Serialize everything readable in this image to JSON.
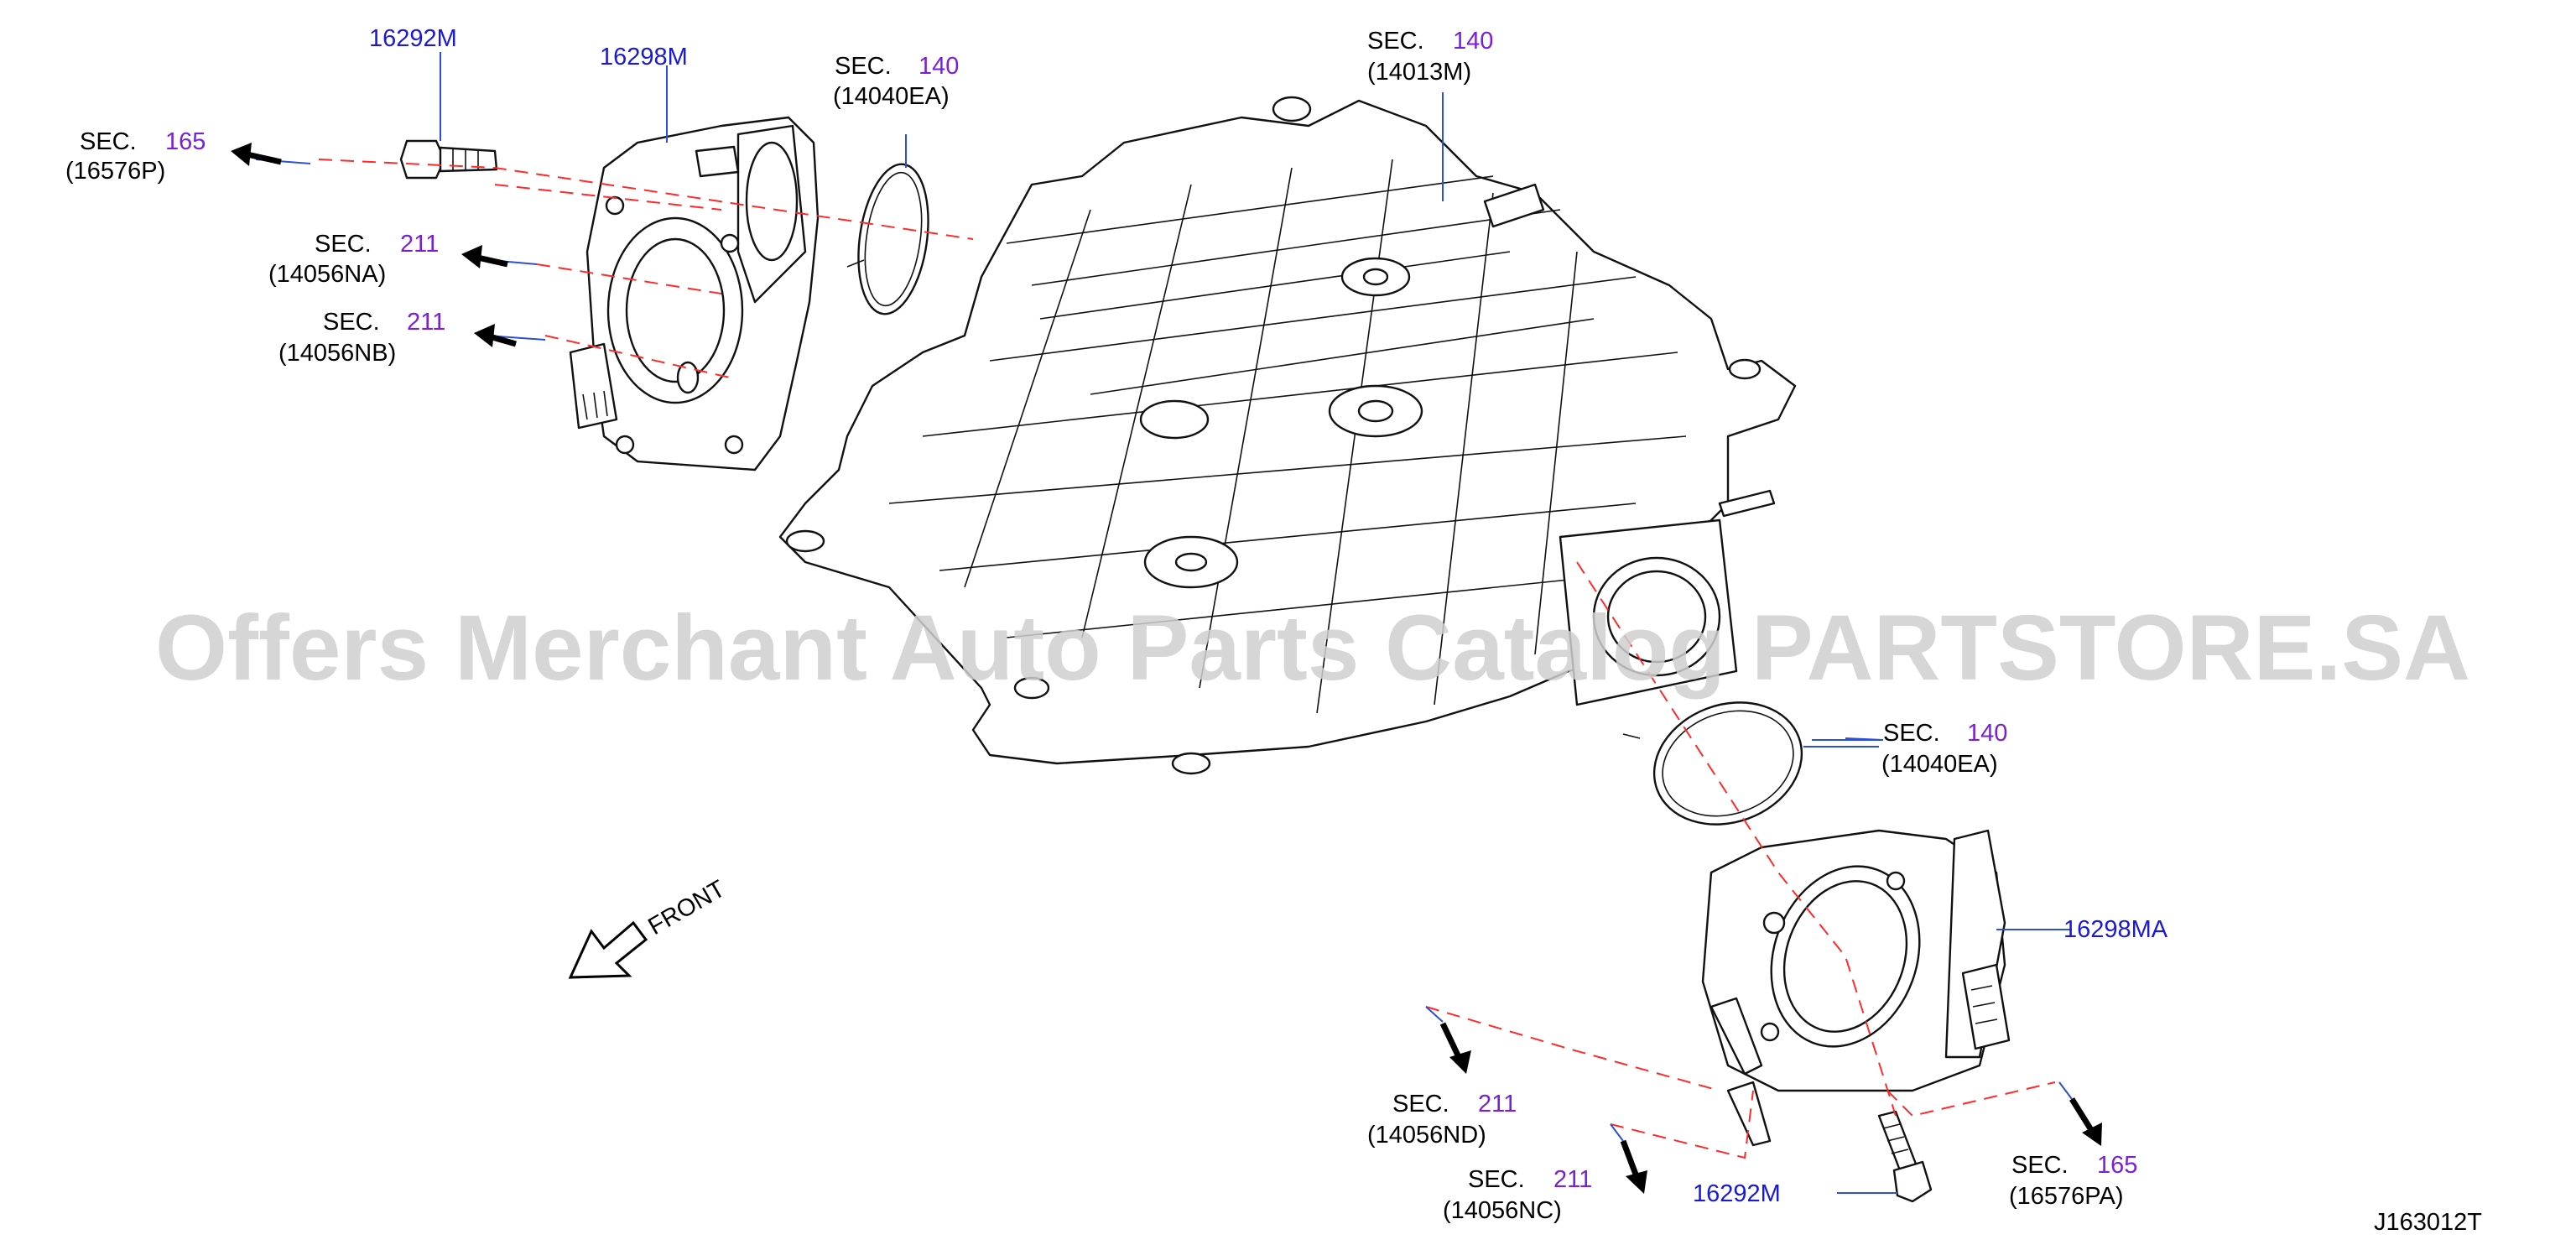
{
  "diagram_id": "J163012T",
  "watermark": "Offers Merchant Auto Parts Catalog PARTSTORE.SA",
  "front_label": "FRONT",
  "sec_word": "SEC.",
  "callouts": {
    "c1": {
      "sec": "165",
      "ref": "(16576P)"
    },
    "c2": {
      "sec": "211",
      "ref": "(14056NA)"
    },
    "c3": {
      "sec": "211",
      "ref": "(14056NB)"
    },
    "c4": {
      "sec": "140",
      "ref": "(14040EA)"
    },
    "c5": {
      "sec": "140",
      "ref": "(14013M)"
    },
    "c6": {
      "sec": "140",
      "ref": "(14040EA)"
    },
    "c7": {
      "sec": "211",
      "ref": "(14056ND)"
    },
    "c8": {
      "sec": "211",
      "ref": "(14056NC)"
    },
    "c9": {
      "sec": "165",
      "ref": "(16576PA)"
    }
  },
  "parts": {
    "bolt_left": "16292M",
    "throttle_left": "16298M",
    "throttle_right": "16298MA",
    "bolt_right": "16292M"
  },
  "colors": {
    "section_number": "#7b1fd6",
    "part_number": "#1a1ad6",
    "leader_line": "#2b4fd6",
    "dashed_line": "#ff2a2a",
    "watermark": "#cfcfcf"
  }
}
